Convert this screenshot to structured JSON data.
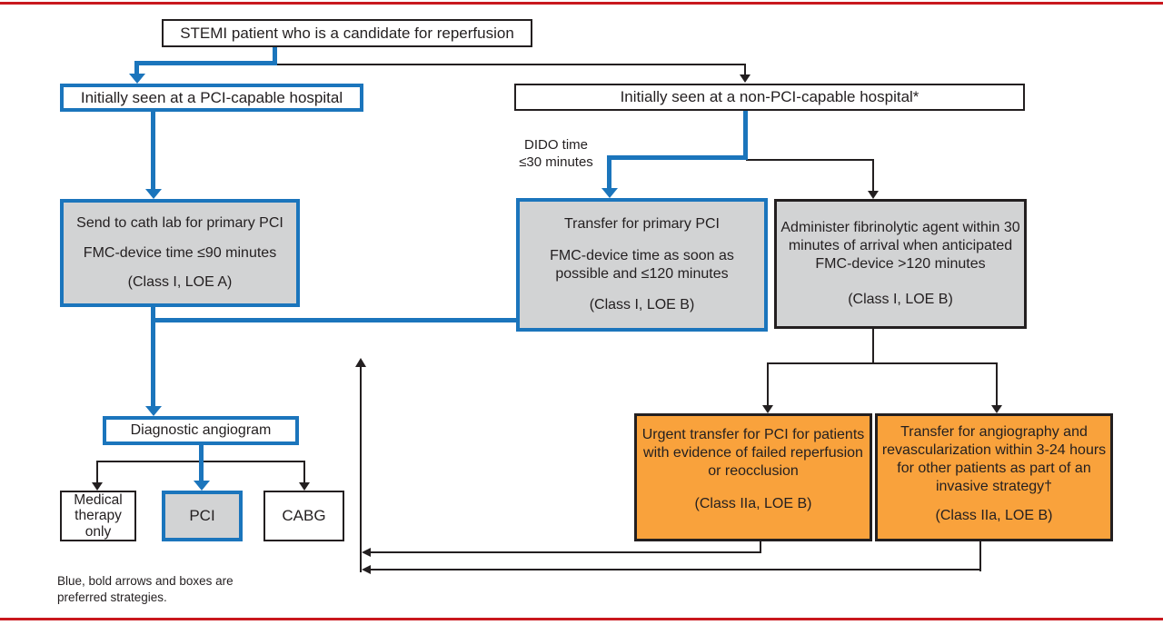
{
  "colors": {
    "blue": "#1B75BC",
    "gray": "#D2D3D4",
    "orange": "#F9A23C",
    "red": "#C9181E",
    "ink": "#231F20"
  },
  "labels": {
    "dido_line1": "DIDO time",
    "dido_line2": "≤30 minutes"
  },
  "legend": {
    "line1": "Blue, bold arrows and boxes are",
    "line2": "preferred strategies."
  },
  "nodes": {
    "stemi": "STEMI patient who is a candidate for reperfusion",
    "pci_capable": "Initially seen at a PCI-capable hospital",
    "non_pci_capable": "Initially seen at a non-PCI-capable hospital*",
    "cath_lab": {
      "l1": "Send to cath lab for primary PCI",
      "l2": "FMC-device time ≤90 minutes",
      "l3": "(Class I, LOE A)"
    },
    "transfer_primary_pci": {
      "l1": "Transfer for primary PCI",
      "l2": "FMC-device time as soon as possible and ≤120 minutes",
      "l3": "(Class I, LOE B)"
    },
    "fibrinolytic": {
      "l1": "Administer fibrinolytic agent within 30 minutes of arrival when anticipated FMC-device >120 minutes",
      "l2": "(Class I, LOE B)"
    },
    "diagnostic_angiogram": "Diagnostic angiogram",
    "medical_therapy": "Medical therapy only",
    "pci": "PCI",
    "cabg": "CABG",
    "urgent_transfer_pci": {
      "l1": "Urgent transfer for PCI for patients with evidence of failed reperfusion or reocclusion",
      "l2": "(Class IIa, LOE B)"
    },
    "transfer_angiography": {
      "l1": "Transfer for angiography and revascularization within 3-24 hours for other patients as part of an invasive strategy†",
      "l2": "(Class IIa, LOE B)"
    }
  }
}
